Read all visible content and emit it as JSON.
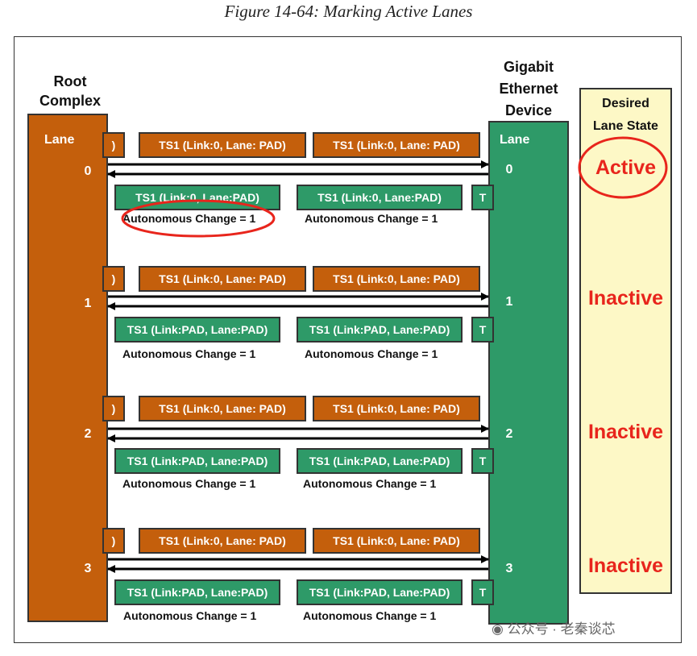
{
  "caption": "Figure 14-64: Marking Active Lanes",
  "root_header": [
    "Root",
    "Complex"
  ],
  "device_header": [
    "Gigabit",
    "Ethernet",
    "Device"
  ],
  "lane_label": "Lane",
  "state_header": [
    "Desired",
    "Lane State"
  ],
  "lanes": [
    {
      "num": "0",
      "tx_partial": ")",
      "tx": [
        "TS1 (Link:0, Lane: PAD)",
        "TS1 (Link:0, Lane: PAD)"
      ],
      "rx": [
        "TS1 (Link:0, Lane:PAD)",
        "TS1 (Link:0, Lane:PAD)"
      ],
      "rx_partial": "T",
      "notes": [
        "Autonomous Change = 1",
        "Autonomous Change = 1"
      ],
      "state": "Active"
    },
    {
      "num": "1",
      "tx_partial": ")",
      "tx": [
        "TS1 (Link:0, Lane: PAD)",
        "TS1 (Link:0, Lane: PAD)"
      ],
      "rx": [
        "TS1 (Link:PAD, Lane:PAD)",
        "TS1 (Link:PAD, Lane:PAD)"
      ],
      "rx_partial": "T",
      "notes": [
        "Autonomous Change = 1",
        "Autonomous Change = 1"
      ],
      "state": "Inactive"
    },
    {
      "num": "2",
      "tx_partial": ")",
      "tx": [
        "TS1 (Link:0, Lane: PAD)",
        "TS1 (Link:0, Lane: PAD)"
      ],
      "rx": [
        "TS1 (Link:PAD, Lane:PAD)",
        "TS1 (Link:PAD, Lane:PAD)"
      ],
      "rx_partial": "T",
      "notes": [
        "Autonomous Change = 1",
        "Autonomous Change = 1"
      ],
      "state": "Inactive"
    },
    {
      "num": "3",
      "tx_partial": ")",
      "tx": [
        "TS1 (Link:0, Lane: PAD)",
        "TS1 (Link:0, Lane: PAD)"
      ],
      "rx": [
        "TS1 (Link:PAD, Lane:PAD)",
        "TS1 (Link:PAD, Lane:PAD)"
      ],
      "rx_partial": "T",
      "notes": [
        "Autonomous Change = 1",
        "Autonomous Change = 1"
      ],
      "state": "Inactive"
    }
  ],
  "highlight_color": "#e8251c",
  "watermark": "公众号 · 老秦谈芯"
}
